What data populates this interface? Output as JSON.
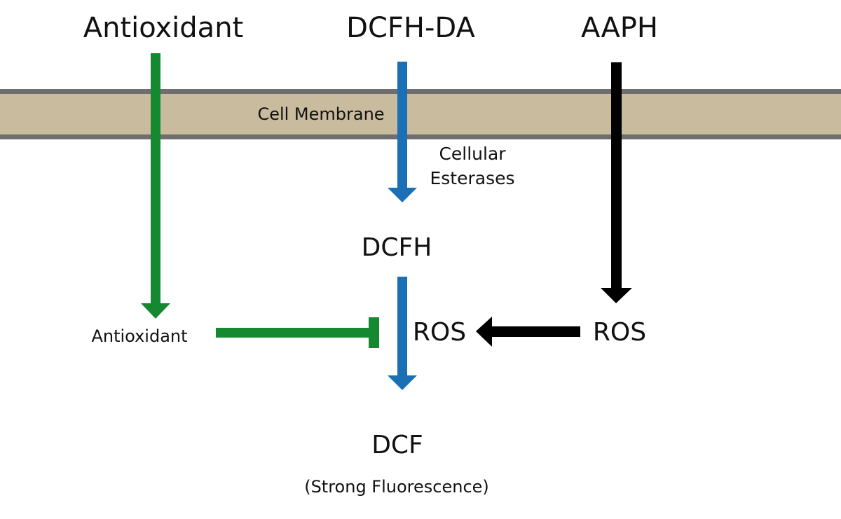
{
  "diagram": {
    "membrane_label": "Cell Membrane",
    "nodes": {
      "antioxidant_top": "Antioxidant",
      "dcfh_da": "DCFH-DA",
      "aaph": "AAPH",
      "cellular": "Cellular",
      "esterases": "Esterases",
      "dcfh": "DCFH",
      "antioxidant_inner": "Antioxidant",
      "ros_center": "ROS",
      "ros_right": "ROS",
      "dcf": "DCF",
      "dcf_note": "(Strong Fluorescence)"
    },
    "colors": {
      "membrane_fill": "#c9bb9e",
      "membrane_edge": "#6e6e6e",
      "antioxidant_arrow": "#15892f",
      "dcfh_arrow": "#1a6fb5",
      "ros_arrow": "#000000",
      "text": "#111111"
    },
    "connections": [
      {
        "from": "Antioxidant",
        "to": "Antioxidant",
        "type": "arrow",
        "color": "green"
      },
      {
        "from": "DCFH-DA",
        "to": "DCFH",
        "type": "arrow",
        "color": "blue",
        "label": "Cellular Esterases"
      },
      {
        "from": "AAPH",
        "to": "ROS",
        "type": "arrow",
        "color": "black"
      },
      {
        "from": "ROS",
        "to": "ROS",
        "type": "arrow",
        "color": "black"
      },
      {
        "from": "DCFH",
        "to": "DCF",
        "type": "arrow",
        "color": "blue"
      },
      {
        "from": "Antioxidant",
        "to": "ROS",
        "type": "inhibition",
        "color": "green"
      }
    ]
  }
}
